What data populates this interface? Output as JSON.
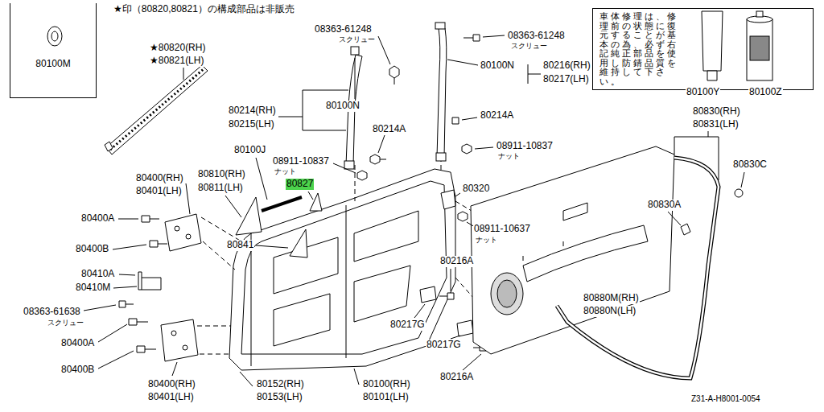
{
  "diagram": {
    "nodes": [
      {
        "text": [
          "80100M"
        ]
      },
      {
        "text": [
          "車体修理は、修理前の状態に復元することが基本の為、必ず右記純正部品を使用し防錆品質を維持して下さい。"
        ]
      }
    ],
    "labels": [
      "★印（80820,80821）の構成部品は非販売",
      "★80820(RH)",
      "★80821(LH)",
      "08363-61248",
      "スクリュー",
      "80100N",
      "80214(RH)",
      "80215(LH)",
      "80214A",
      "80100J",
      "08911-10837",
      "ナット",
      "80810(RH)",
      "80811(LH)",
      "80827",
      "80400(RH)",
      "80401(LH)",
      "80400A",
      "80400B",
      "80841",
      "80410A",
      "80410M",
      "08363-61638",
      "スクリュー",
      "80400A",
      "80400B",
      "80400(RH)",
      "80401(LH)",
      "80152(RH)",
      "80153(LH)",
      "80100(RH)",
      "80101(LH)",
      "08363-61248",
      "スクリュー",
      "80100N",
      "80216(RH)",
      "80217(LH)",
      "80214A",
      "08911-10837",
      "ナット",
      "80320",
      "08911-10637",
      "ナット",
      "80216A",
      "80217G",
      "80217G",
      "80216A",
      "80100Y",
      "80100Z",
      "80830(RH)",
      "80831(LH)",
      "80830C",
      "80830A",
      "80880M(RH)",
      "80880N(LH)",
      "Z31-A-H8001-0054"
    ]
  }
}
